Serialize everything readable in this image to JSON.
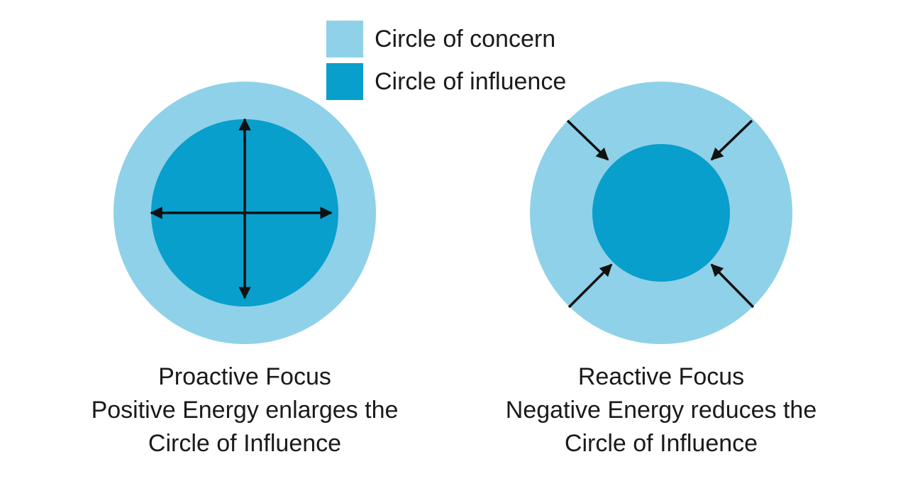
{
  "colors": {
    "concern": "#8fd1e8",
    "influence": "#089fcc",
    "arrow": "#111111"
  },
  "legend": {
    "items": [
      {
        "label": "Circle of concern",
        "color_key": "concern"
      },
      {
        "label": "Circle of influence",
        "color_key": "influence"
      }
    ]
  },
  "diagrams": {
    "proactive": {
      "arrow_direction": "outward",
      "caption": {
        "line1": "Proactive Focus",
        "line2": "Positive Energy enlarges the",
        "line3": "Circle of Influence"
      }
    },
    "reactive": {
      "arrow_direction": "inward",
      "caption": {
        "line1": "Reactive Focus",
        "line2": "Negative Energy reduces the",
        "line3": "Circle of Influence"
      }
    }
  }
}
